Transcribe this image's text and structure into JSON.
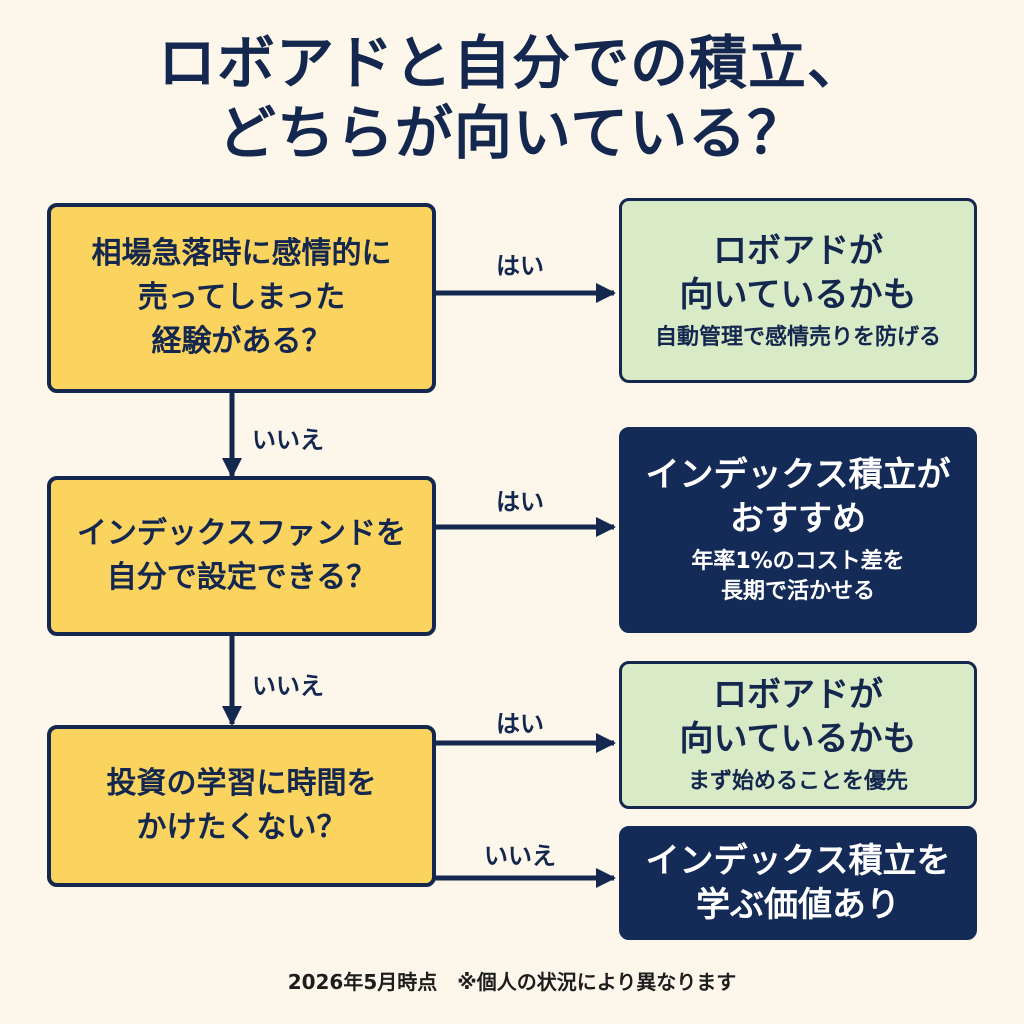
{
  "title": {
    "line1": "ロボアドと自分での積立、",
    "line2": "どちらが向いている？"
  },
  "questions": [
    {
      "lines": [
        "相場急落時に感情的に",
        "売ってしまった",
        "経験がある？"
      ]
    },
    {
      "lines": [
        "インデックスファンドを",
        "自分で設定できる？"
      ]
    },
    {
      "lines": [
        "投資の学習に時間を",
        "かけたくない？"
      ]
    }
  ],
  "labels": {
    "yes": "はい",
    "no": "いいえ"
  },
  "results": [
    {
      "main": [
        "ロボアドが",
        "向いているかも"
      ],
      "sub": [
        "自動管理で感情売りを防げる"
      ],
      "style": "green"
    },
    {
      "main": [
        "インデックス積立が",
        "おすすめ"
      ],
      "sub": [
        "年率1%のコスト差を",
        "長期で活かせる"
      ],
      "style": "navy"
    },
    {
      "main": [
        "ロボアドが",
        "向いているかも"
      ],
      "sub": [
        "まず始めることを優先"
      ],
      "style": "green"
    },
    {
      "main": [
        "インデックス積立を",
        "学ぶ価値あり"
      ],
      "sub": [],
      "style": "navy"
    }
  ],
  "footer": "2026年5月時点　※個人の状況により異なります",
  "colors": {
    "navy": "#14274e",
    "yellow": "#fbd460",
    "green": "#d9ebc6",
    "background": "#fcf7ea"
  }
}
